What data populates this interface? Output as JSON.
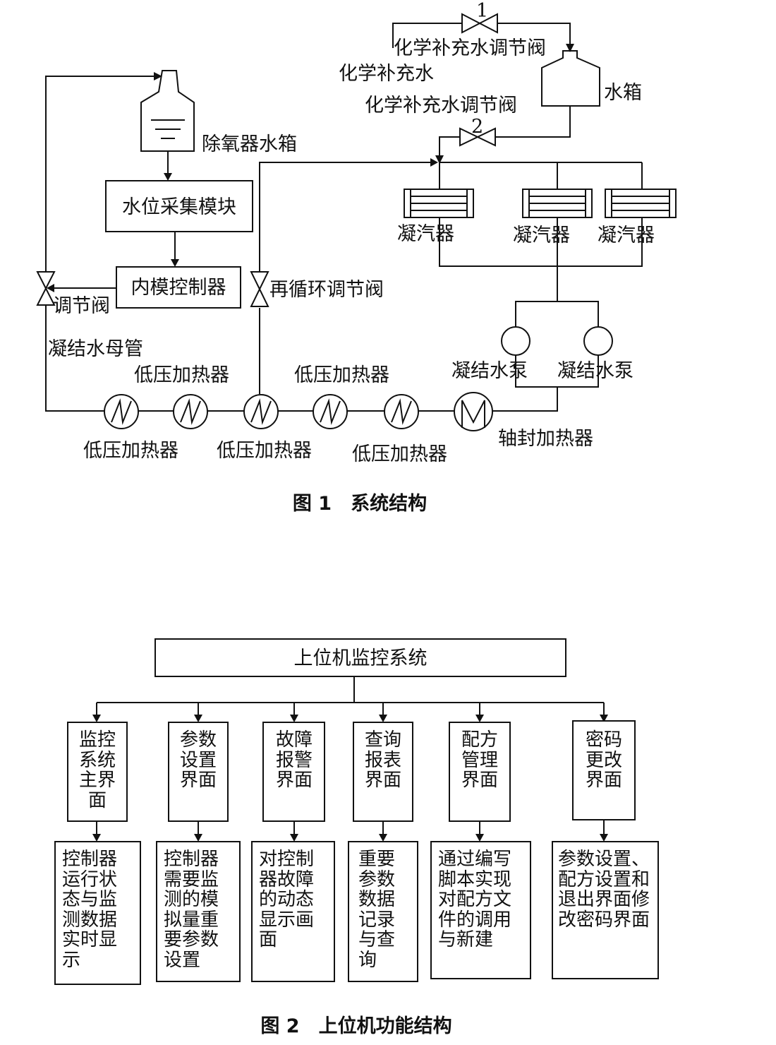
{
  "figure1": {
    "caption": "图 1　系统结构",
    "valve1_number": "1",
    "valve2_number": "2",
    "chem_valve_top_label": "化学补充水调节阀",
    "chem_water_label": "化学补充水",
    "chem_valve_bottom_label": "化学补充水调节阀",
    "tank_label": "水箱",
    "deaerator_label": "除氧器水箱",
    "water_level_module": "水位采集模块",
    "imc_controller": "内模控制器",
    "adjust_valve_label": "调节阀",
    "recirc_valve_label": "再循环调节阀",
    "condensers": [
      "凝汽器",
      "凝汽器",
      "凝汽器"
    ],
    "condensate_pumps": [
      "凝结水泵",
      "凝结水泵"
    ],
    "main_pipe_label": "凝结水母管",
    "lp_heaters_top": [
      "低压加热器",
      "低压加热器"
    ],
    "lp_heaters_bottom": [
      "低压加热器",
      "低压加热器",
      "低压加热器"
    ],
    "shaft_seal_heater": "轴封加热器"
  },
  "figure2": {
    "caption": "图 2　上位机功能结构",
    "root": "上位机监控系统",
    "modules": [
      {
        "name": "监控系统主界面",
        "desc": "控制器运行状态与监测数据实时显示"
      },
      {
        "name": "参数设置界面",
        "desc": "控制器需要监测的模拟量重要参数设置"
      },
      {
        "name": "故障报警界面",
        "desc": "对控制器故障的动态显示画面"
      },
      {
        "name": "查询报表界面",
        "desc": "重要参数数据记录与查询"
      },
      {
        "name": "配方管理界面",
        "desc": "通过编写脚本实现对配方文件的调用与新建"
      },
      {
        "name": "密码更改界面",
        "desc": "参数设置、配方设置和退出界面修改密码界面"
      }
    ]
  }
}
